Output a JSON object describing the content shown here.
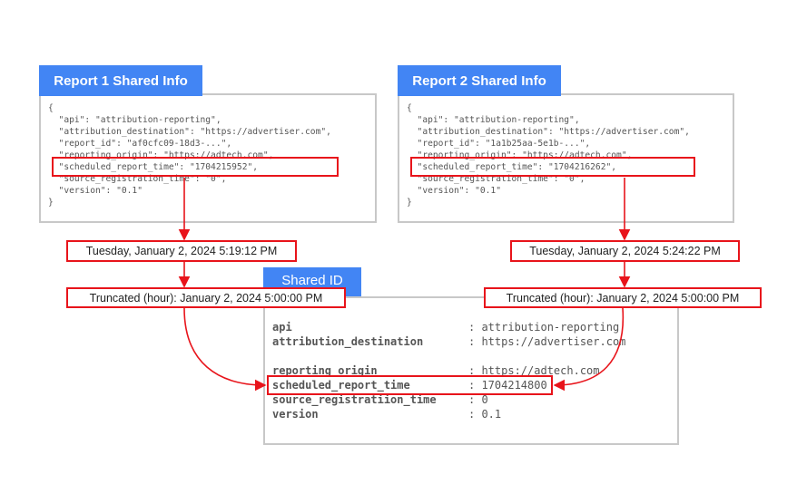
{
  "report1": {
    "title": "Report 1 Shared Info",
    "lines": [
      "{",
      "  \"api\": \"attribution-reporting\",",
      "  \"attribution_destination\": \"https://advertiser.com\",",
      "  \"report_id\": \"af0cfc09-18d3-...\",",
      "  \"reporting_origin\": \"https://adtech.com\",",
      "  \"scheduled_report_time\": \"1704215952\",",
      "  \"source_registration_time\": \"0\",",
      "  \"version\": \"0.1\"",
      "}"
    ],
    "date": "Tuesday, January 2, 2024 5:19:12 PM",
    "truncated": "Truncated (hour): January 2, 2024 5:00:00 PM"
  },
  "report2": {
    "title": "Report 2 Shared Info",
    "lines": [
      "{",
      "  \"api\": \"attribution-reporting\",",
      "  \"attribution_destination\": \"https://advertiser.com\",",
      "  \"report_id\": \"1a1b25aa-5e1b-...\",",
      "  \"reporting_origin\": \"https://adtech.com\",",
      "  \"scheduled_report_time\": \"1704216262\",",
      "  \"source_registration_time\": \"0\",",
      "  \"version\": \"0.1\"",
      "}"
    ],
    "date": "Tuesday, January 2, 2024 5:24:22 PM",
    "truncated": "Truncated (hour): January 2, 2024 5:00:00 PM"
  },
  "shared": {
    "title": "Shared ID",
    "rows": [
      {
        "key": "api",
        "value": ": attribution-reporting"
      },
      {
        "key": "attribution_destination",
        "value": ": https://advertiser.com"
      },
      {
        "key": "",
        "value": ""
      },
      {
        "key": "reporting_origin",
        "value": ": https://adtech.com"
      },
      {
        "key": "scheduled_report_time",
        "value": ": 1704214800"
      },
      {
        "key": "source_registratiion_time",
        "value": ": 0"
      },
      {
        "key": "version",
        "value": ": 0.1"
      }
    ]
  },
  "colors": {
    "accent": "#4285f4",
    "highlight": "#e8141b",
    "border": "#c8c8c8"
  }
}
